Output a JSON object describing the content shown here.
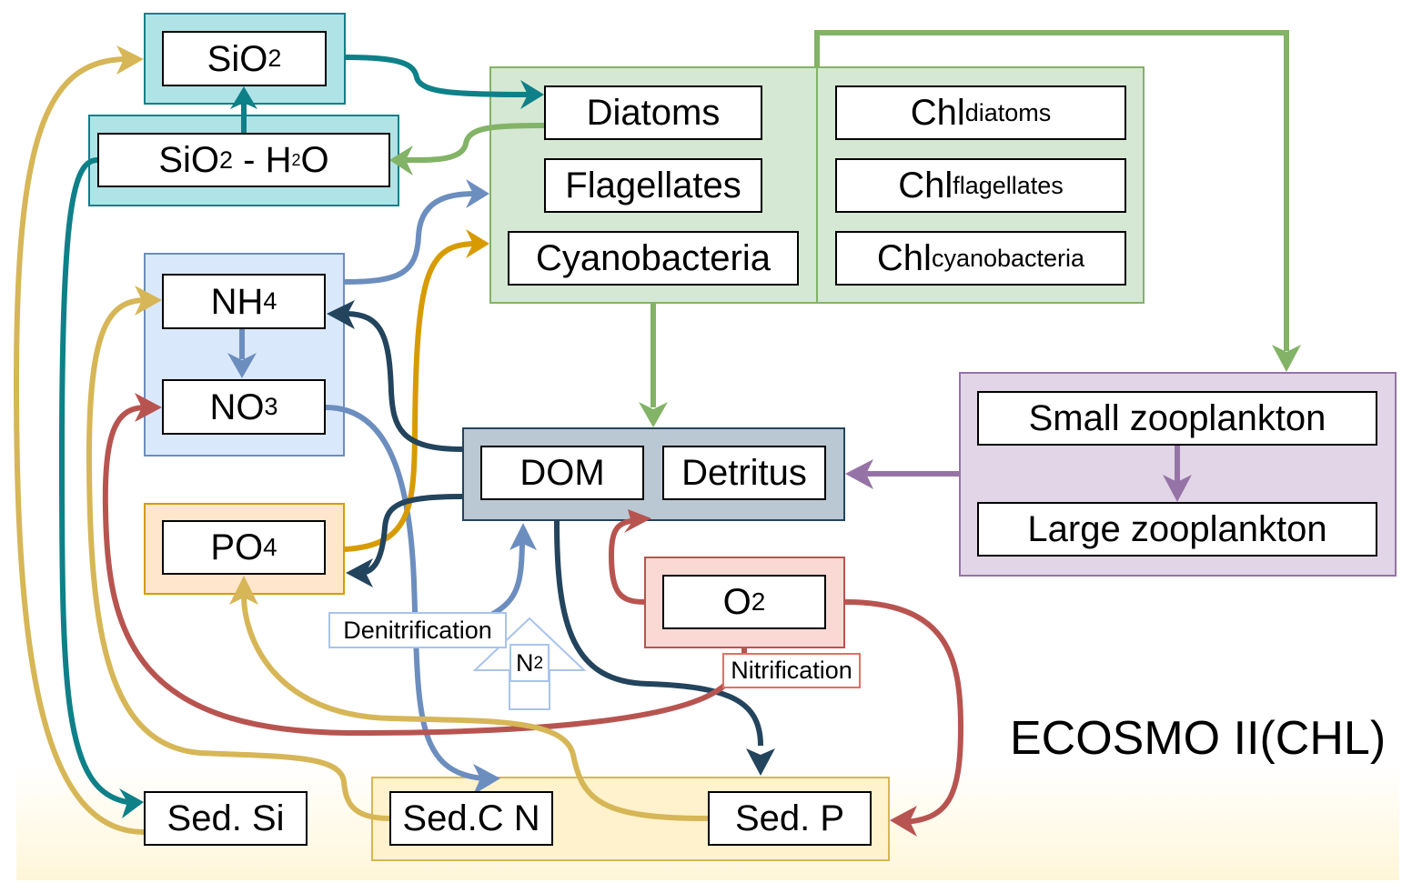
{
  "title": "ECOSMO II(CHL)",
  "colors": {
    "silicate": "#0e8088",
    "silicate_fill": "#b0e3e6",
    "phyto": "#82b366",
    "phyto_fill": "#d5e8d4",
    "nitrogen": "#6c8ebf",
    "nitrogen_fill": "#dae8fc",
    "phosphate": "#d79b00",
    "phosphate_fill": "#ffe6cc",
    "organic": "#23445d",
    "organic_fill": "#bac8d3",
    "oxygen": "#b85450",
    "oxygen_fill": "#fad9d5",
    "zoo": "#9673a6",
    "zoo_fill": "#e1d5e7",
    "sediment": "#d6b656",
    "sediment_fill": "#fff2cc"
  },
  "nodes": {
    "sio2": {
      "base": "SiO",
      "sub": "2"
    },
    "sio2_h2o": {
      "base": "SiO",
      "sub": "2",
      "mid": " - H",
      "sub2": "2",
      "tail": "O"
    },
    "nh4": {
      "base": "NH",
      "sub": "4"
    },
    "no3": {
      "base": "NO",
      "sub": "3"
    },
    "po4": {
      "base": "PO",
      "sub": "4"
    },
    "diatoms": "Diatoms",
    "flagellates": "Flagellates",
    "cyanobacteria": "Cyanobacteria",
    "chl_diatoms": {
      "base": "Chl",
      "sub": "diatoms"
    },
    "chl_flagellates": {
      "base": "Chl",
      "sub": "flagellates"
    },
    "chl_cyanobacteria": {
      "base": "Chl",
      "sub": "cyanobacteria"
    },
    "dom": "DOM",
    "detritus": "Detritus",
    "o2": {
      "base": "O",
      "sub": "2"
    },
    "small_zoo": "Small zooplankton",
    "large_zoo": "Large zooplankton",
    "sed_si": "Sed. Si",
    "sed_cn": "Sed.C N",
    "sed_p": "Sed. P"
  },
  "process_labels": {
    "denitrification": "Denitrification",
    "nitrification": "Nitrification",
    "n2": {
      "base": "N",
      "sub": "2"
    }
  },
  "flows": [
    {
      "from": "SiO2",
      "to": "Diatoms",
      "color": "silicate"
    },
    {
      "from": "SiO2 - H2O",
      "to": "SiO2",
      "color": "silicate"
    },
    {
      "from": "SiO2 - H2O",
      "to": "Sed. Si",
      "color": "silicate"
    },
    {
      "from": "Diatoms",
      "to": "SiO2 - H2O",
      "color": "phyto"
    },
    {
      "from": "Phytoplankton",
      "to": "DOM/Detritus",
      "color": "phyto"
    },
    {
      "from": "Phytoplankton",
      "to": "Small zooplankton",
      "color": "phyto"
    },
    {
      "from": "NH4",
      "to": "Phytoplankton",
      "color": "nitrogen"
    },
    {
      "from": "NH4",
      "to": "NO3",
      "color": "nitrogen"
    },
    {
      "from": "NO3",
      "to": "Sed.C N",
      "color": "nitrogen"
    },
    {
      "from": "Denitrification",
      "to": "DOM/Detritus",
      "color": "nitrogen"
    },
    {
      "from": "PO4",
      "to": "Phytoplankton",
      "color": "phosphate"
    },
    {
      "from": "DOM/Detritus",
      "to": "NH4",
      "color": "organic"
    },
    {
      "from": "DOM/Detritus",
      "to": "PO4",
      "color": "organic"
    },
    {
      "from": "DOM",
      "to": "Sed. P",
      "color": "organic"
    },
    {
      "from": "O2",
      "to": "Detritus",
      "color": "oxygen"
    },
    {
      "from": "O2",
      "to": "Sed. P",
      "color": "oxygen"
    },
    {
      "from": "Nitrification",
      "to": "NO3",
      "color": "oxygen"
    },
    {
      "from": "Zooplankton",
      "to": "Detritus",
      "color": "zoo"
    },
    {
      "from": "Small zooplankton",
      "to": "Large zooplankton",
      "color": "zoo"
    },
    {
      "from": "Sed. Si",
      "to": "SiO2",
      "color": "sediment"
    },
    {
      "from": "Sed.C N",
      "to": "NH4",
      "color": "sediment"
    },
    {
      "from": "Sed. P",
      "to": "PO4",
      "color": "sediment"
    }
  ]
}
